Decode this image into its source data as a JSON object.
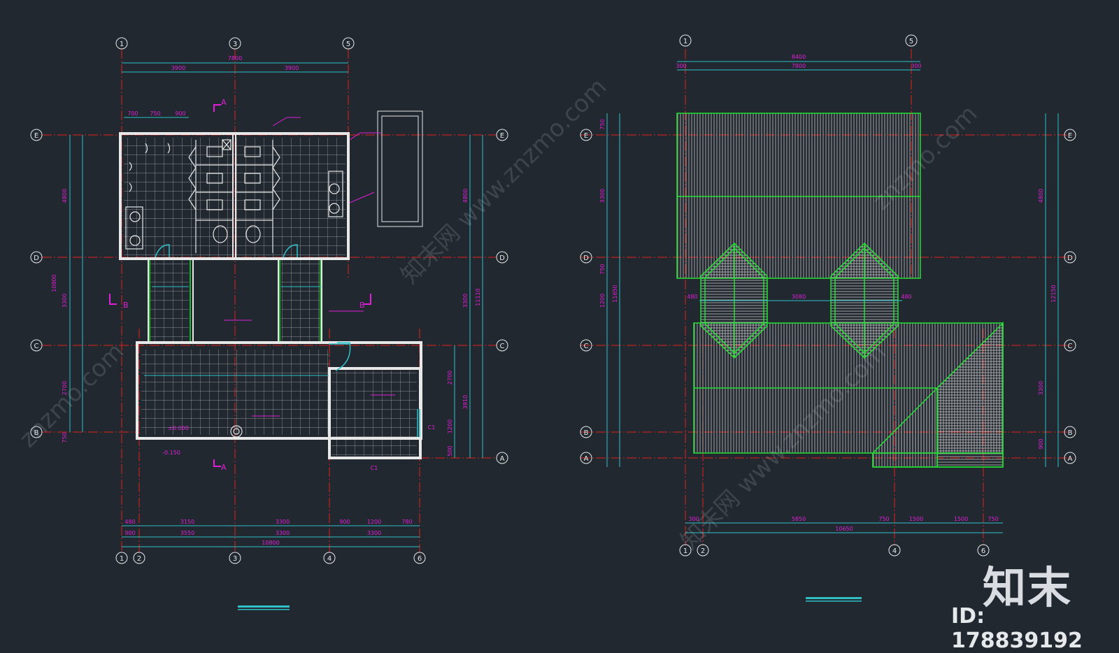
{
  "brand": {
    "logo_text": "知末",
    "id_text": "ID: 178839192"
  },
  "watermarks": [
    "znzmo.com",
    "知末网 www.znzmo.com",
    "znzmo.com",
    "知末网 www.znzmo.com"
  ],
  "colors": {
    "background": "#212830",
    "axis": "#e0201c",
    "wall": "#e8e8e8",
    "dimension": "#2fc0c8",
    "text": "#e020d8",
    "roof": "#22e030",
    "grid": "#b4b4b4"
  },
  "left_plan": {
    "top_axes": [
      "1",
      "3",
      "5"
    ],
    "bottom_axes": [
      "1",
      "2",
      "3",
      "4",
      "6"
    ],
    "side_axes": [
      "E",
      "D",
      "C",
      "B"
    ],
    "right_axes": [
      "E",
      "D",
      "C",
      "A"
    ],
    "top_dims": {
      "total": "7800",
      "left": "3900",
      "right": "3900",
      "sub": [
        "700",
        "750",
        "900"
      ]
    },
    "side_dims_left": {
      "total": "10800",
      "a": "4800",
      "b": "3300",
      "c": "2700",
      "d": "750"
    },
    "side_dims_right": {
      "a": "4800",
      "b": "3300",
      "total": "11110",
      "c": "2700",
      "d": "1200",
      "e": "3910",
      "f": "500"
    },
    "bottom_dims": {
      "row1": [
        "480",
        "3150",
        "3300",
        "900",
        "1200",
        "780"
      ],
      "row2": [
        "900",
        "3550",
        "3300",
        "3300"
      ],
      "total": "10800"
    },
    "section_marks": [
      "A",
      "A",
      "B",
      "B"
    ],
    "elev_labels": [
      "-0.150",
      "±0.000"
    ],
    "door_label": "C1"
  },
  "right_plan": {
    "top_axes": [
      "1",
      "5"
    ],
    "bottom_axes": [
      "1",
      "2",
      "4",
      "6"
    ],
    "side_axes": [
      "E",
      "D",
      "C",
      "B",
      "A"
    ],
    "top_dims": {
      "total": "8400",
      "inner": "7800",
      "edge": "300"
    },
    "side_dims_left": {
      "total": "11650",
      "a": "750",
      "b": "3300",
      "c": "750",
      "d": "1200"
    },
    "side_dims_right": {
      "a": "4800",
      "total": "12150",
      "b": "3300",
      "c": "900"
    },
    "mid_dims": [
      "480",
      "3080",
      "480"
    ],
    "bottom_dims": {
      "row1": [
        "300",
        "5850",
        "750",
        "1500",
        "1500",
        "750"
      ],
      "total": "10650"
    }
  }
}
